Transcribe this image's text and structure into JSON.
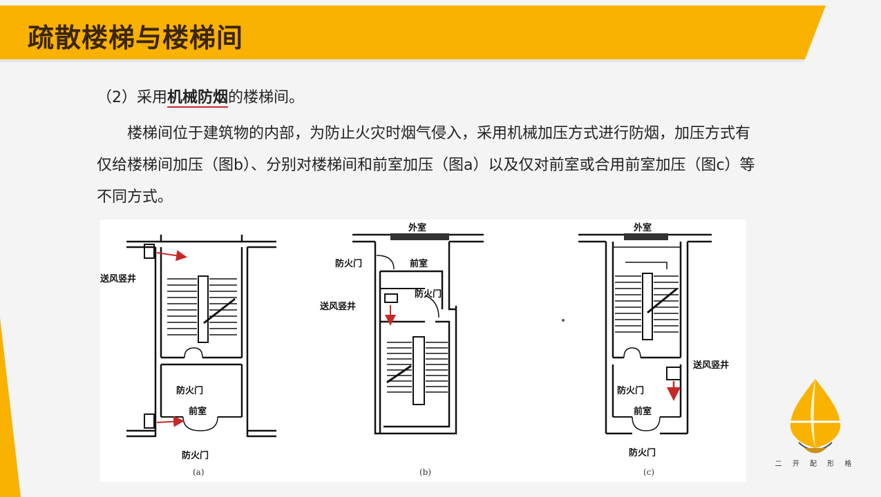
{
  "title": "疏散楼梯与楼梯间",
  "section": {
    "prefix": "（2）采用",
    "emphasis": "机械防烟",
    "suffix": "的楼梯间。"
  },
  "body": "楼梯间位于建筑物的内部，为防止火灾时烟气侵入，采用机械加压方式进行防烟，加压方式有仅给楼梯间加压（图b）、分别对楼梯间和前室加压（图a）以及仅对前室或合用前室加压（图c）等不同方式。",
  "figures": {
    "a": {
      "caption": "(a)",
      "labels": {
        "shaft": "送风竖井",
        "fire_door_1": "防火门",
        "anteroom": "前室",
        "fire_door_2": "防火门"
      }
    },
    "b": {
      "caption": "(b)",
      "labels": {
        "outdoor": "外室",
        "fire_door_1": "防火门",
        "anteroom": "前室",
        "fire_door_2": "防火门",
        "shaft": "送风竖井"
      }
    },
    "c": {
      "caption": "(c)",
      "labels": {
        "outdoor": "外室",
        "shaft": "送风竖井",
        "fire_door_1": "防火门",
        "anteroom": "前室",
        "fire_door_2": "防火门"
      }
    }
  },
  "logo": {
    "text": "二 开 配 形 格"
  },
  "colors": {
    "banner": "#f9b200",
    "accent_red": "#c62828",
    "title_text": "#3a2510"
  }
}
